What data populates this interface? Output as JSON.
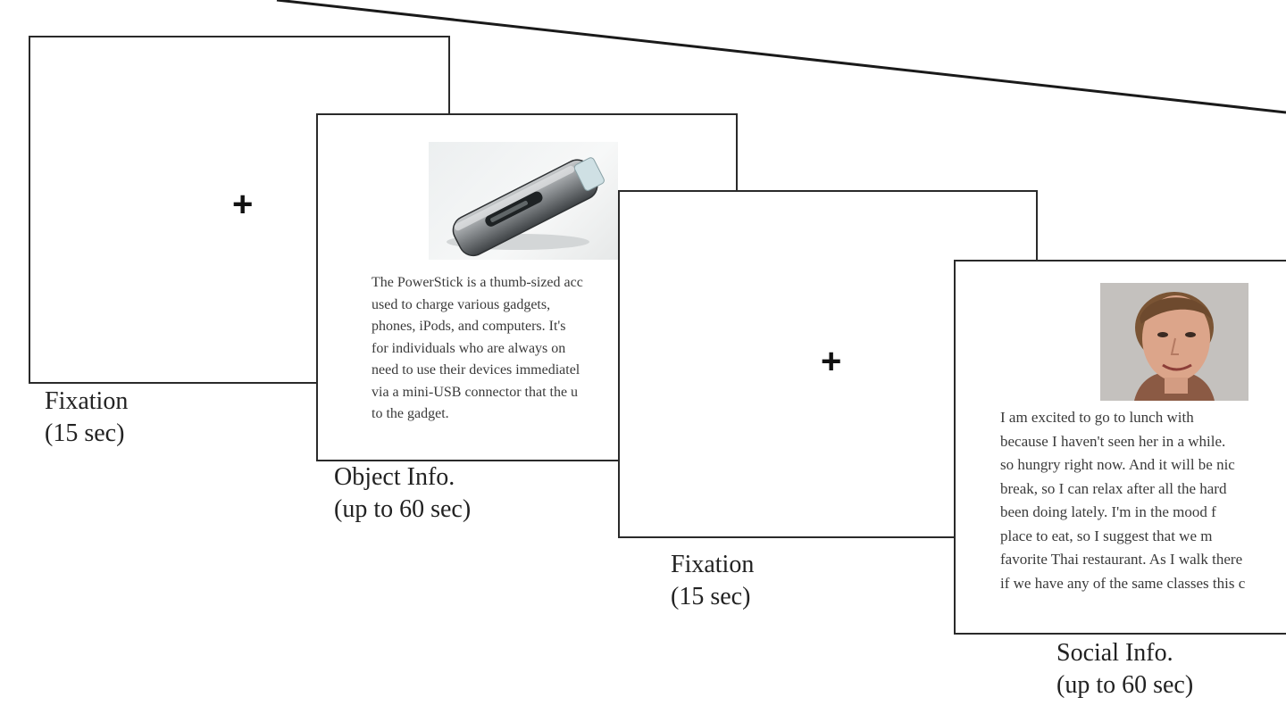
{
  "trial_sequence": [
    {
      "id": "fixation-1",
      "caption": [
        "Fixation",
        "(15 sec)"
      ],
      "cross": "+"
    },
    {
      "id": "object-info",
      "caption": [
        "Object Info.",
        "(up to 60 sec)"
      ],
      "image": "usb-powerstick-photo",
      "text_lines": [
        "The PowerStick is a thumb-sized acc",
        "used to charge various gadgets, ",
        "phones, iPods, and computers. It's ",
        "for individuals who are always on",
        "need to use their devices immediatel",
        "via a mini-USB connector that the u",
        "to the gadget."
      ]
    },
    {
      "id": "fixation-2",
      "caption": [
        "Fixation",
        "(15 sec)"
      ],
      "cross": "+"
    },
    {
      "id": "social-info",
      "caption": [
        "Social Info.",
        "(up to 60 sec)"
      ],
      "image": "female-face-photo",
      "text_lines": [
        "I am excited to go to lunch with ",
        "because I haven't seen her in a while.",
        "so hungry right now.  And it will be nic",
        "break, so I can relax after all the hard ",
        "been doing lately. I'm in the mood f",
        "place to eat, so I suggest that we m",
        "favorite Thai restaurant. As I walk there",
        "if we have any of the same classes this c"
      ]
    }
  ],
  "colors": {
    "frame": "#2a2a2a",
    "background": "#ffffff",
    "body_text": "#3a3a3a"
  }
}
